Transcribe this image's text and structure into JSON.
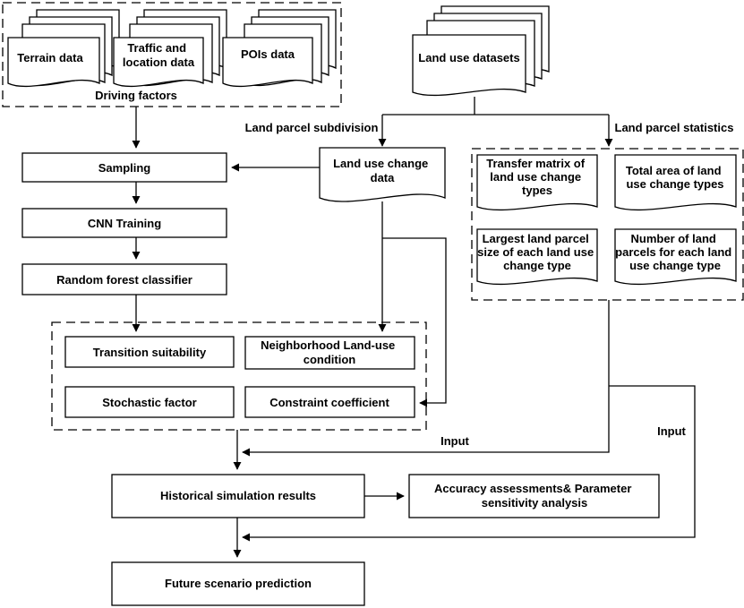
{
  "driving_factors": {
    "group_label": "Driving factors",
    "terrain": [
      "Terrain data"
    ],
    "traffic": [
      "Traffic and",
      "location data"
    ],
    "pois": [
      "POIs data"
    ]
  },
  "land_use_datasets": [
    "Land use datasets"
  ],
  "land_parcel_subdivision": "Land parcel subdivision",
  "land_parcel_statistics": "Land parcel statistics",
  "land_use_change_data": [
    "Land use change",
    "data"
  ],
  "sampling": "Sampling",
  "cnn_training": "CNN Training",
  "random_forest": "Random forest classifier",
  "statistics": {
    "transfer_matrix": [
      "Transfer matrix of",
      "land use change",
      "types"
    ],
    "total_area": [
      "Total area of  land",
      "use change types"
    ],
    "largest_parcel": [
      "Largest land parcel",
      "size of each land use",
      "change type"
    ],
    "number_parcels": [
      "Number of land",
      "parcels for each land",
      "use change type"
    ]
  },
  "factors": {
    "transition_suitability": [
      "Transition suitability"
    ],
    "neighborhood": [
      "Neighborhood Land-use",
      "condition"
    ],
    "stochastic": [
      "Stochastic factor"
    ],
    "constraint": [
      "Constraint coefficient"
    ]
  },
  "input_label_1": "Input",
  "input_label_2": "Input",
  "historical_simulation": "Historical simulation results",
  "accuracy": [
    "Accuracy assessments& Parameter",
    "sensitivity analysis"
  ],
  "future_prediction": "Future scenario prediction"
}
